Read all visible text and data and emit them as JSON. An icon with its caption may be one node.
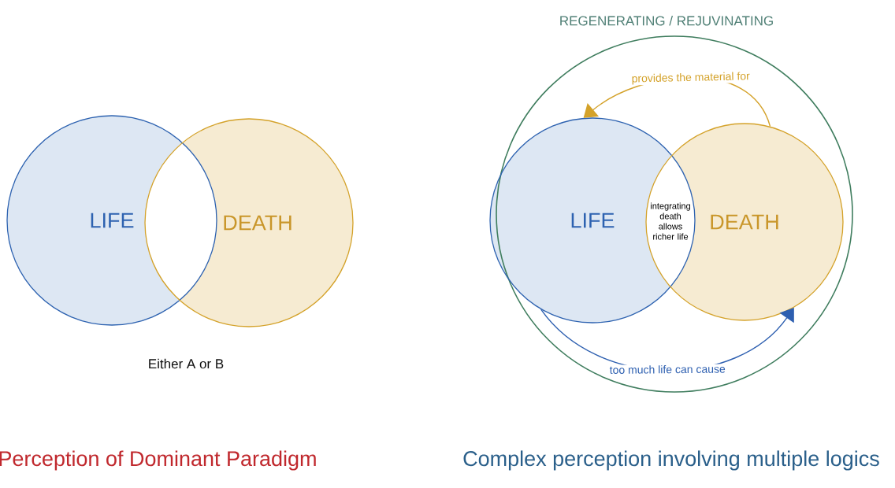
{
  "diagram": {
    "nodes": [
      {
        "text": [
          "LIFE"
        ]
      },
      {
        "text": [
          "DEATH"
        ]
      },
      {
        "text": [
          "REGENERATING / REJUVINATING"
        ]
      },
      {
        "text": [
          "LIFE"
        ],
        "in": 2
      },
      {
        "text": [
          "DEATH"
        ],
        "in": 2
      }
    ],
    "edges": [
      {
        "from": 4,
        "to": 3,
        "arrow": "to",
        "label": "provides the material for",
        "color": "#d4a22a"
      },
      {
        "from": 3,
        "to": 4,
        "arrow": "to",
        "label": "too much life can cause",
        "color": "#2d5fb0"
      }
    ],
    "labels": [
      "integrating death allows richer life",
      "Either A or B",
      "Perception of Dominant Paradigm",
      "Complex perception involving multiple logics"
    ]
  }
}
